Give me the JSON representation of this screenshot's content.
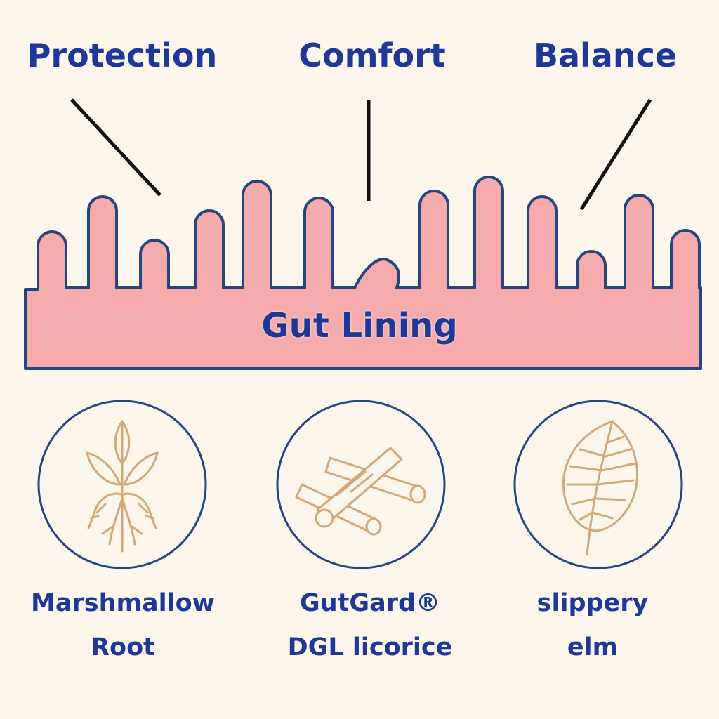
{
  "benefits": {
    "protection": "Protection",
    "comfort": "Comfort",
    "balance": "Balance"
  },
  "lining": {
    "label": "Gut Lining"
  },
  "herbs": [
    {
      "line1": "Marshmallow",
      "line2": "Root",
      "icon": "marshmallow-root-icon"
    },
    {
      "line1": "GutGard®",
      "line2": "DGL licorice",
      "icon": "licorice-sticks-icon"
    },
    {
      "line1": "slippery",
      "line2": "elm",
      "icon": "elm-leaf-icon"
    }
  ],
  "colors": {
    "background": "#fcf6ec",
    "lining_fill": "#f5abab",
    "lining_outline": "#24457d",
    "text": "#1f3796",
    "herb_stroke": "#d3a878",
    "circle_stroke": "#244685"
  }
}
